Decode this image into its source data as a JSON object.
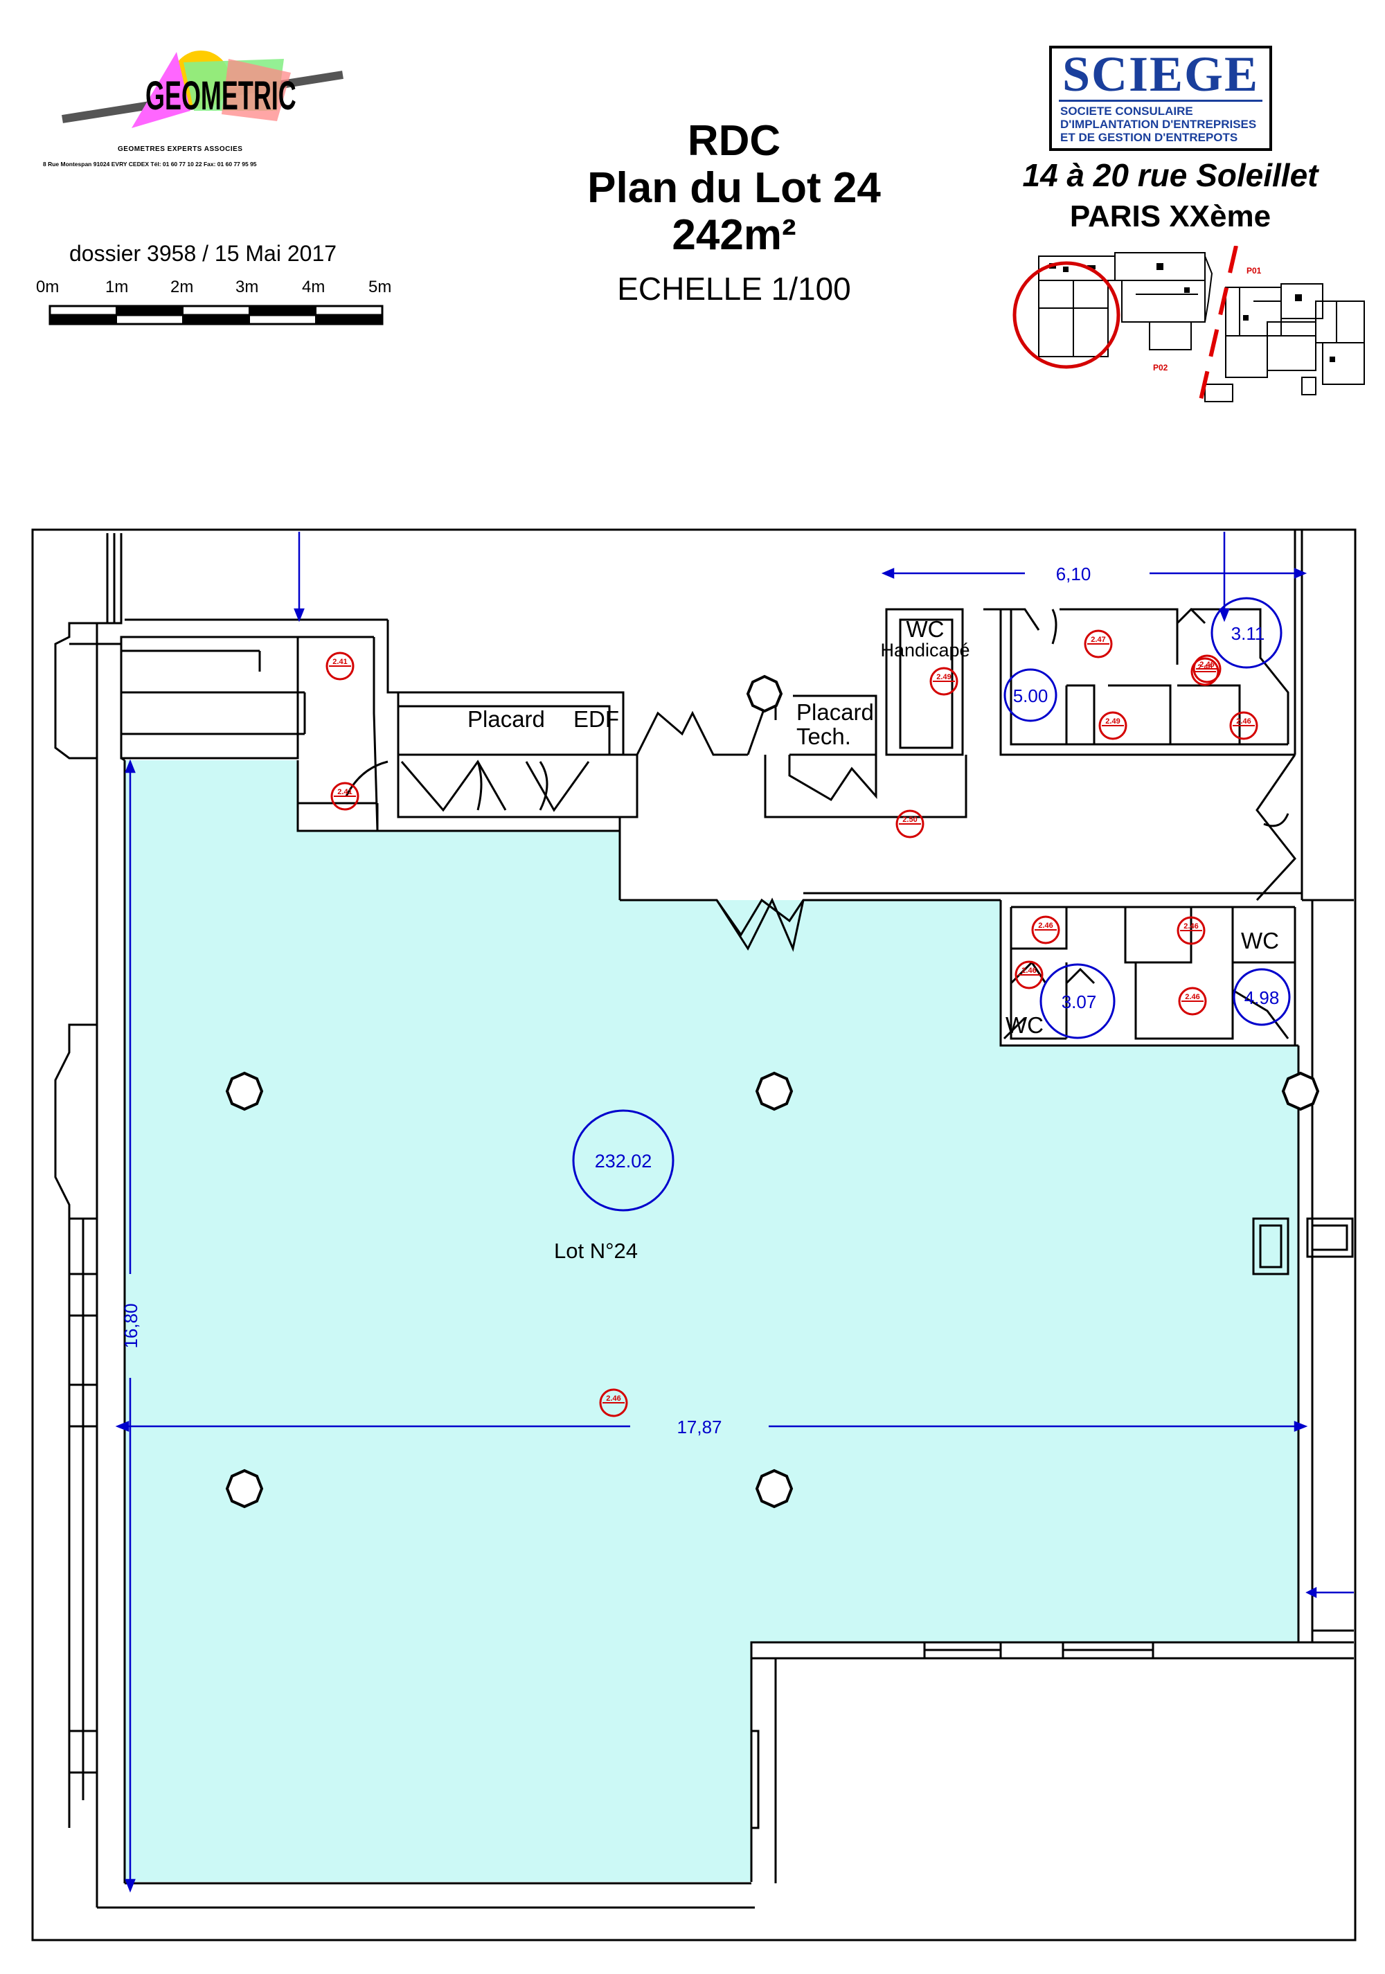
{
  "logo": {
    "brand": "GEOMETRIC",
    "subtitle": "GEOMETRES EXPERTS ASSOCIES",
    "address": "8 Rue Montespan 91024 EVRY CEDEX  Tél: 01 60 77 10 22 Fax: 01 60 77 95 95"
  },
  "dossier": "dossier 3958 / 15 Mai 2017",
  "scale_bar": {
    "ticks": [
      "0m",
      "1m",
      "2m",
      "3m",
      "4m",
      "5m"
    ]
  },
  "title": {
    "line1": "RDC",
    "line2": "Plan du Lot 24",
    "line3": "242m²",
    "scale": "ECHELLE 1/100"
  },
  "sciege": {
    "name": "SCIEGE",
    "desc1": "SOCIETE CONSULAIRE",
    "desc2": "D'IMPLANTATION D'ENTREPRISES",
    "desc3": "ET DE GESTION D'ENTREPOTS",
    "address": "14 à 20  rue Soleillet",
    "city": "PARIS XXème",
    "map_labels": [
      "P01",
      "P02"
    ]
  },
  "plan": {
    "fill_color": "#ccf9f6",
    "dimension_color": "#0000cc",
    "marker_color": "#d40000",
    "rooms": {
      "placard_edf_1": "Placard",
      "placard_edf_2": "EDF",
      "placard_tech_1": "Placard",
      "placard_tech_2": "Tech.",
      "wc_handicape_1": "WC",
      "wc_handicape_2": "Handicapé",
      "wc_right": "WC",
      "wc_left": "WC",
      "lot": "Lot N°24"
    },
    "areas": {
      "main": "232.02",
      "a500": "5.00",
      "a311": "3.11",
      "a307": "3.07",
      "a498": "4.98"
    },
    "dimensions": {
      "top": "6,10",
      "horizontal": "17,87",
      "vertical": "16,80"
    },
    "markers": [
      "2.41",
      "2.41",
      "2.49",
      "2.47",
      "2.49",
      "2.46",
      "2.46",
      "2.50",
      "2.46",
      "2.46",
      "2.46",
      "2.46",
      "2.46",
      "2.46"
    ]
  }
}
